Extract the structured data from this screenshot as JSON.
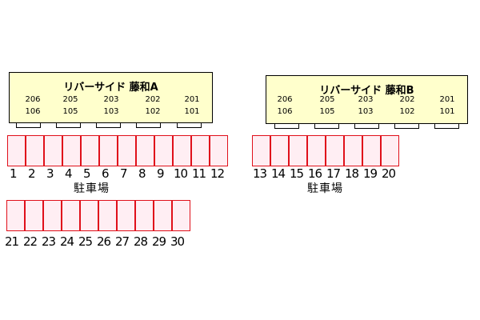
{
  "buildings": [
    {
      "name": "リバーサイド 藤和A",
      "units_top": [
        "206",
        "205",
        "203",
        "202",
        "201"
      ],
      "units_bottom": [
        "106",
        "105",
        "103",
        "102",
        "101"
      ]
    },
    {
      "name": "リバーサイド 藤和B",
      "units_top": [
        "206",
        "205",
        "203",
        "202",
        "201"
      ],
      "units_bottom": [
        "106",
        "105",
        "103",
        "102",
        "101"
      ]
    }
  ],
  "parking": {
    "label": "駐車場",
    "rowA": [
      "1",
      "2",
      "3",
      "4",
      "5",
      "6",
      "7",
      "8",
      "9",
      "10",
      "11",
      "12"
    ],
    "rowB": [
      "13",
      "14",
      "15",
      "16",
      "17",
      "18",
      "19",
      "20"
    ],
    "rowC": [
      "21",
      "22",
      "23",
      "24",
      "25",
      "26",
      "27",
      "28",
      "29",
      "30"
    ]
  }
}
